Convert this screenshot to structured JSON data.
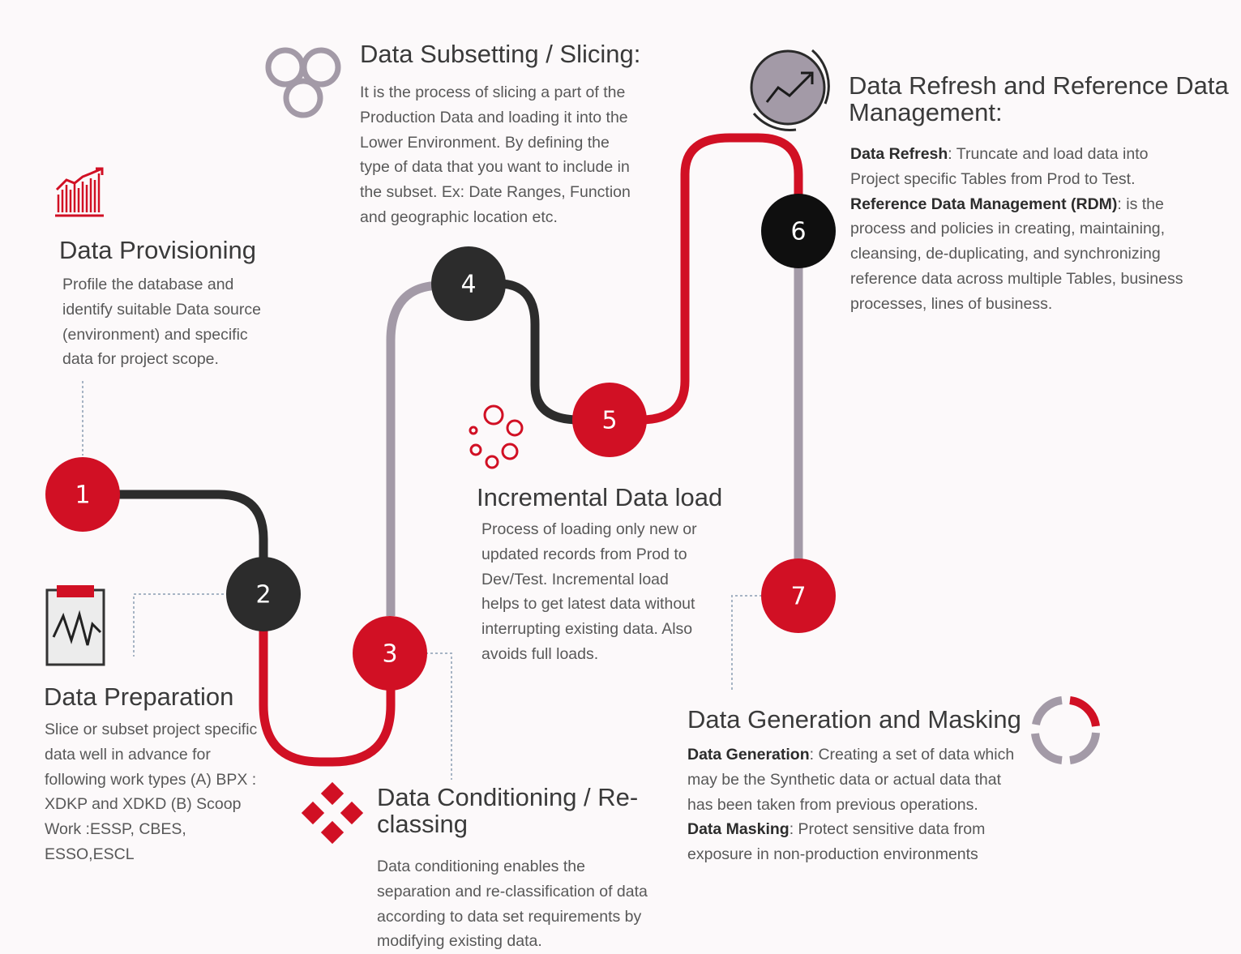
{
  "nodes": [
    {
      "number": "1",
      "color": "#d11024"
    },
    {
      "number": "2",
      "color": "#2c2c2c"
    },
    {
      "number": "3",
      "color": "#d11024"
    },
    {
      "number": "4",
      "color": "#2c2c2c"
    },
    {
      "number": "5",
      "color": "#d11024"
    },
    {
      "number": "6",
      "color": "#0f0f0f"
    },
    {
      "number": "7",
      "color": "#d11024"
    }
  ],
  "colors": {
    "red": "#d11024",
    "dark": "#2c2c2c",
    "mauve": "#a39aa7",
    "dotted": "#a6b4c4",
    "background": "#fcf9fa"
  },
  "steps": {
    "provisioning": {
      "icon": "bar-chart-icon",
      "title": "Data Provisioning",
      "description": "Profile the database and identify suitable Data source (environment) and specific data for project scope."
    },
    "preparation": {
      "icon": "clipboard-chart-icon",
      "title": "Data Preparation",
      "description": "Slice or subset project specific data well in advance for following work types (A) BPX : XDKP and XDKD (B) Scoop Work :ESSP, CBES, ESSO,ESCL"
    },
    "conditioning": {
      "icon": "diamond-squares-icon",
      "title_line1": "Data Conditioning / Re-",
      "title_line2": "classing",
      "description": "Data conditioning enables the separation and re-classification of data according to data set requirements by modifying existing data."
    },
    "subsetting": {
      "icon": "three-circles-icon",
      "title": "Data Subsetting / Slicing:",
      "description": "It is the process of slicing a part of the Production Data and loading it into the Lower Environment. By defining the type of data that you want to include in the subset. Ex: Date Ranges, Function and geographic location etc."
    },
    "incremental": {
      "icon": "bubbles-icon",
      "title": "Incremental Data load",
      "description": "Process of loading only new or updated records from Prod to Dev/Test. Incremental load helps to get latest data without interrupting existing data. Also avoids full loads."
    },
    "refresh": {
      "icon": "trend-gauge-icon",
      "title_line1": "Data Refresh and Reference Data",
      "title_line2": "Management:",
      "refresh_label": "Data Refresh",
      "refresh_text": ": Truncate and load data into Project specific Tables from Prod to Test.",
      "rdm_label": "Reference Data Management (RDM)",
      "rdm_text": ": is the process and policies in creating, maintaining, cleansing, de-duplicating, and synchronizing reference data across multiple Tables, business processes, lines of business."
    },
    "generation": {
      "icon": "segmented-ring-icon",
      "title": "Data Generation and Masking",
      "generation_label": "Data Generation",
      "generation_text": ": Creating a set of data which may be the Synthetic data or actual data that has been taken from previous operations.",
      "masking_label": "Data Masking",
      "masking_text": ": Protect sensitive data from exposure in non-production environments"
    }
  }
}
